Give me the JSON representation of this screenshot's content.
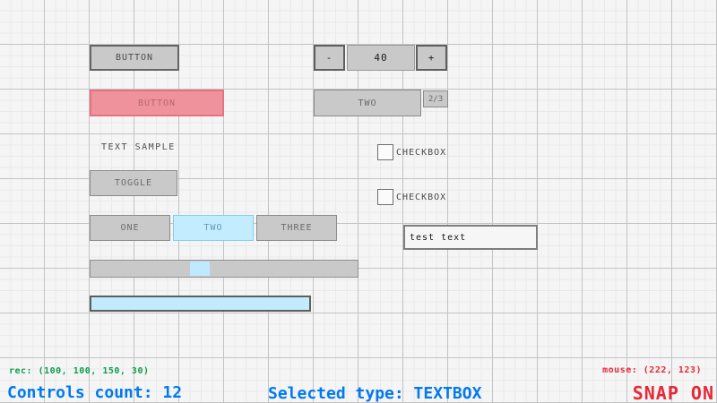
{
  "colors": {
    "background": "#f5f5f5",
    "grid_major": "#c3c3c3",
    "grid_minor": "#e9e9e9",
    "control_fill": "#c9c9c9",
    "control_border": "#8b8b8b",
    "selected_fill": "#f0929c",
    "selected_border": "#e5737f",
    "focus_fill": "#c3ecfe",
    "focus_border": "#82cdf0",
    "status_green": "#0f9e4e",
    "status_blue": "#0079f1",
    "status_red": "#e62937"
  },
  "controls": {
    "button_normal": {
      "label": "BUTTON"
    },
    "button_selected": {
      "label": "BUTTON"
    },
    "text_label": {
      "text": "TEXT SAMPLE"
    },
    "toggle": {
      "label": "TOGGLE"
    },
    "toggle_group": {
      "items": [
        "ONE",
        "TWO",
        "THREE"
      ],
      "selected": "TWO"
    },
    "spinner": {
      "decrement": "-",
      "value": "40",
      "increment": "+"
    },
    "dropdown": {
      "selected": "TWO",
      "index": "2/3"
    },
    "checkbox_1": {
      "label": "CHECKBOX"
    },
    "checkbox_2": {
      "label": "CHECKBOX"
    },
    "textbox": {
      "value": "test text"
    }
  },
  "statusbar": {
    "selection_rect": "rec: (100, 100, 150, 30)",
    "controls_count": "Controls count: 12",
    "selected_type": "Selected type: TEXTBOX",
    "mouse_position": "mouse: (222, 123)",
    "snap_mode": "SNAP ON"
  }
}
